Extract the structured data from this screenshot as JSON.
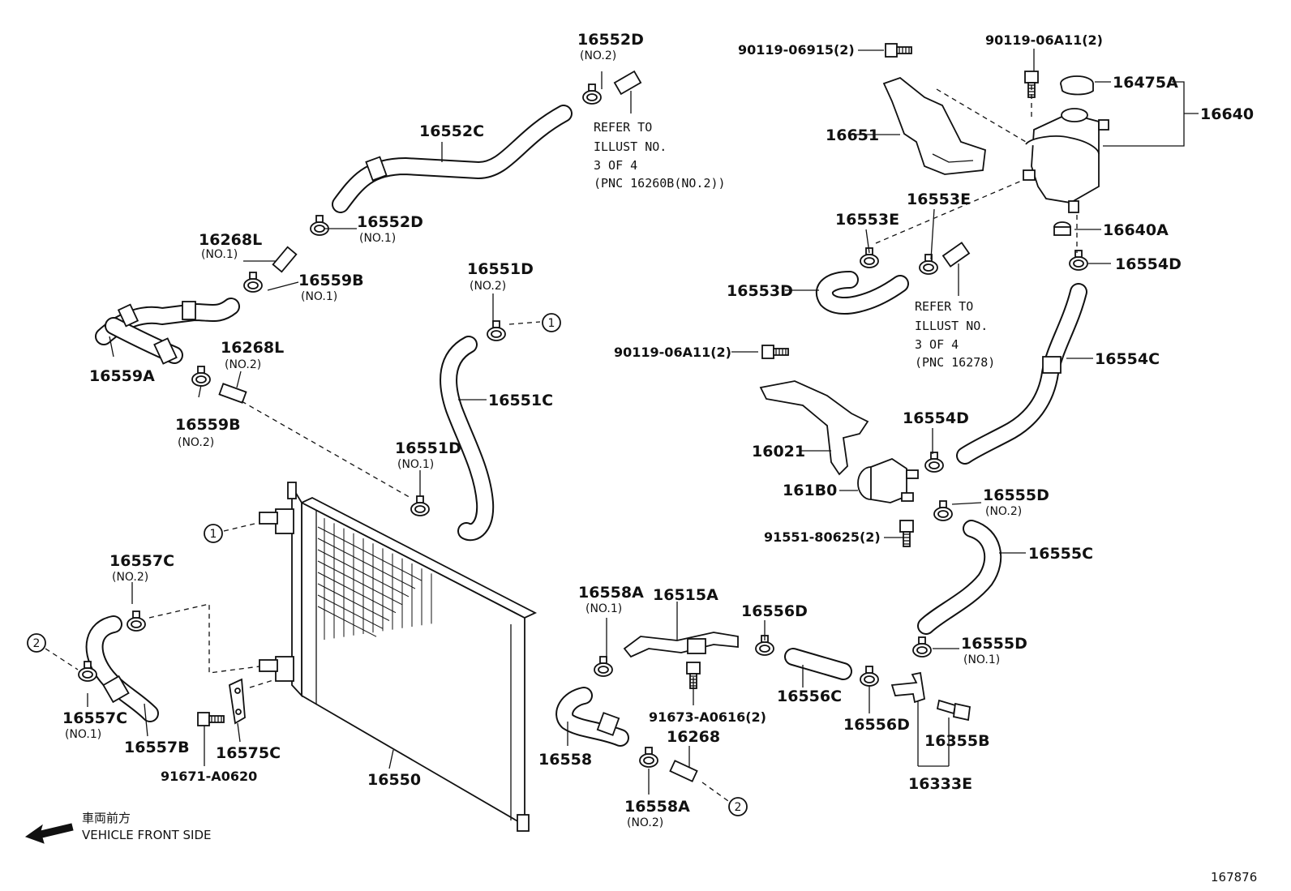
{
  "callouts": {
    "p16552D_no2": {
      "label": "16552D",
      "sub": "(NO.2)"
    },
    "p16552C": {
      "label": "16552C"
    },
    "p16552D_no1": {
      "label": "16552D",
      "sub": "(NO.1)"
    },
    "p16268L_no1": {
      "label": "16268L",
      "sub": "(NO.1)"
    },
    "p16559B_no1": {
      "label": "16559B",
      "sub": "(NO.1)"
    },
    "p16559A": {
      "label": "16559A"
    },
    "p16268L_no2": {
      "label": "16268L",
      "sub": "(NO.2)"
    },
    "p16559B_no2": {
      "label": "16559B",
      "sub": "(NO.2)"
    },
    "p16551D_no2": {
      "label": "16551D",
      "sub": "(NO.2)"
    },
    "p16551C": {
      "label": "16551C"
    },
    "p16551D_no1": {
      "label": "16551D",
      "sub": "(NO.1)"
    },
    "p16557C_no2": {
      "label": "16557C",
      "sub": "(NO.2)"
    },
    "p16557C_no1": {
      "label": "16557C",
      "sub": "(NO.1)"
    },
    "p16557B": {
      "label": "16557B"
    },
    "p16575C": {
      "label": "16575C"
    },
    "p91671": {
      "label": "91671-A0620"
    },
    "p16550": {
      "label": "16550"
    },
    "p16558A_no1": {
      "label": "16558A",
      "sub": "(NO.1)"
    },
    "p16515A": {
      "label": "16515A"
    },
    "p91673": {
      "label": "91673-A0616(2)"
    },
    "p16268": {
      "label": "16268"
    },
    "p16558": {
      "label": "16558"
    },
    "p16558A_no2": {
      "label": "16558A",
      "sub": "(NO.2)"
    },
    "p16556D_top": {
      "label": "16556D"
    },
    "p16556C": {
      "label": "16556C"
    },
    "p16556D_bot": {
      "label": "16556D"
    },
    "p16555D_no1": {
      "label": "16555D",
      "sub": "(NO.1)"
    },
    "p16355B": {
      "label": "16355B"
    },
    "p16333E": {
      "label": "16333E"
    },
    "p16555C": {
      "label": "16555C"
    },
    "p16555D_no2": {
      "label": "16555D",
      "sub": "(NO.2)"
    },
    "p91551": {
      "label": "91551-80625(2)"
    },
    "p161B0": {
      "label": "161B0"
    },
    "p16021": {
      "label": "16021"
    },
    "p90119_06A11_mid": {
      "label": "90119-06A11(2)"
    },
    "p16554D_mid": {
      "label": "16554D"
    },
    "p16554C": {
      "label": "16554C"
    },
    "p16554D_top": {
      "label": "16554D"
    },
    "p16640A": {
      "label": "16640A"
    },
    "p16640": {
      "label": "16640"
    },
    "p16475A": {
      "label": "16475A"
    },
    "p90119_06A11_top": {
      "label": "90119-06A11(2)"
    },
    "p90119_06915": {
      "label": "90119-06915(2)"
    },
    "p16651": {
      "label": "16651"
    },
    "p16553E_left": {
      "label": "16553E"
    },
    "p16553E_right": {
      "label": "16553E"
    },
    "p16553D": {
      "label": "16553D"
    }
  },
  "notes": {
    "refer1": [
      "REFER TO",
      "ILLUST NO.",
      "3 OF 4",
      "(PNC 16260B(NO.2))"
    ],
    "refer2": [
      "REFER TO",
      "ILLUST NO.",
      "3 OF 4",
      "(PNC 16278)"
    ]
  },
  "markers": {
    "one": "1",
    "two": "2"
  },
  "footer": {
    "jp_label": "車両前方",
    "front_label": "VEHICLE FRONT SIDE",
    "diagram_id": "167876"
  }
}
